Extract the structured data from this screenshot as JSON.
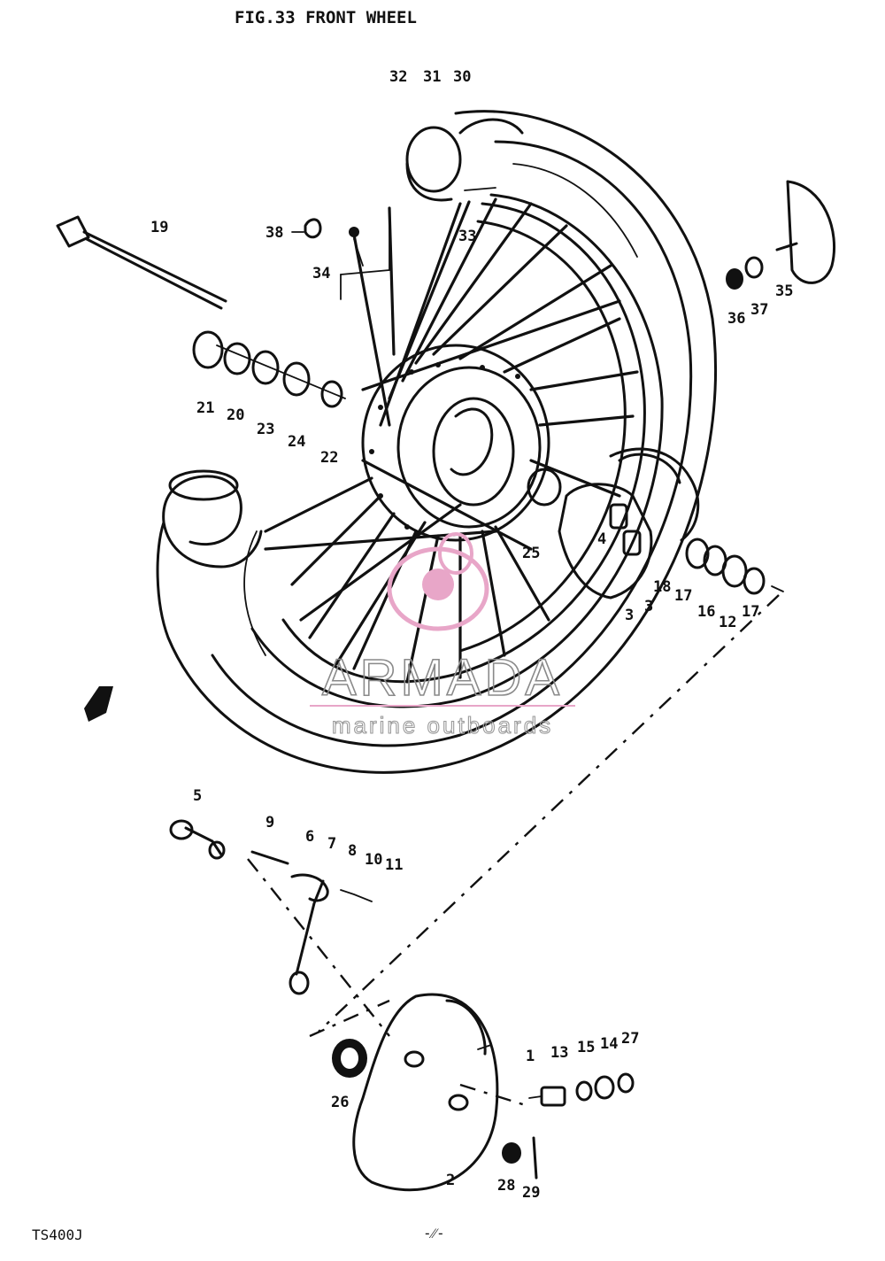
{
  "figure": {
    "title": "FIG.33  FRONT WHEEL",
    "model": "TS400J",
    "page_mark": "-⁄⁄-"
  },
  "callouts": {
    "c32": "32",
    "c31": "31",
    "c30": "30",
    "c33": "33",
    "c38": "38",
    "c34": "34",
    "c19": "19",
    "c21": "21",
    "c20": "20",
    "c23": "23",
    "c24": "24",
    "c22": "22",
    "c35": "35",
    "c36": "36",
    "c37": "37",
    "c25": "25",
    "c4": "4",
    "c3a": "3",
    "c3b": "3",
    "c18": "18",
    "c17a": "17",
    "c16": "16",
    "c12": "12",
    "c17b": "17",
    "c5": "5",
    "c9": "9",
    "c6": "6",
    "c7": "7",
    "c8": "8",
    "c10": "10",
    "c11": "11",
    "c26": "26",
    "c1": "1",
    "c13": "13",
    "c15": "15",
    "c14": "14",
    "c27": "27",
    "c2": "2",
    "c28": "28",
    "c29": "29"
  },
  "watermark": {
    "brand": "ARMADA",
    "tagline": "marine outboards",
    "color": "#e8a6c8"
  }
}
